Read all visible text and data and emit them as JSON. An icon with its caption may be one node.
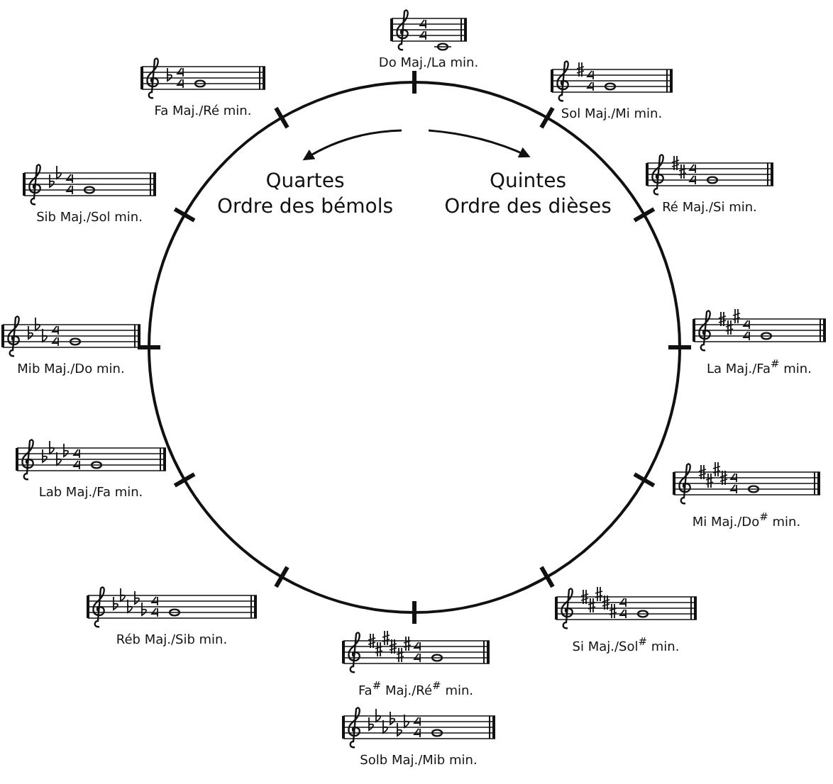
{
  "diagram": {
    "nodes": [
      {
        "text": [
          "Do Maj./La min."
        ]
      },
      {
        "text": [
          "Sol Maj./Mi min."
        ]
      },
      {
        "text": [
          "Ré Maj./Si min."
        ]
      },
      {
        "text": [
          "La Maj./Fa$^{#}$ min."
        ]
      },
      {
        "text": [
          "Mi Maj./Do$^{#}$ min."
        ]
      },
      {
        "text": [
          "Si Maj./Sol$^{#}$ min."
        ]
      },
      {
        "text": [
          "Fa$^{#}$ Maj./Ré$^{#}$ min."
        ]
      },
      {
        "text": [
          "Solb Maj./Mib min."
        ]
      },
      {
        "text": [
          "Réb Maj./Sib min."
        ]
      },
      {
        "text": [
          "Lab Maj./Fa min."
        ]
      },
      {
        "text": [
          "Mib Maj./Do min."
        ]
      },
      {
        "text": [
          "Sib Maj./Sol min."
        ]
      },
      {
        "text": [
          "Fa Maj./Ré min."
        ]
      }
    ],
    "labels": [
      "Quartes",
      "Ordre des bémols",
      "Quintes",
      "Ordre des dièses"
    ]
  }
}
